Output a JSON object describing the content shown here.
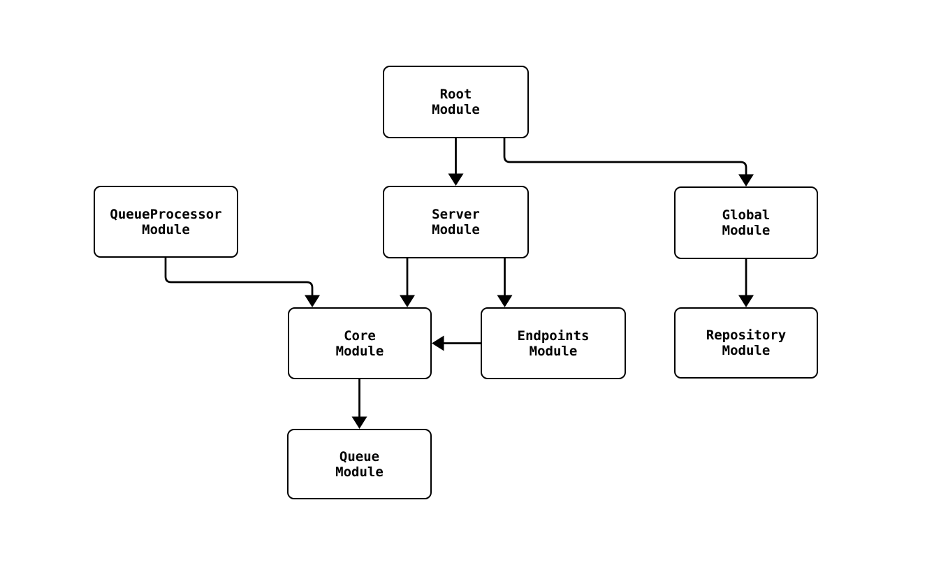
{
  "diagram": {
    "type": "module-dependency-graph",
    "background_color": "#ffffff",
    "node_fill_color": "#ffffff",
    "line_color": "#000000",
    "nodes": [
      {
        "id": "root",
        "line1": "Root",
        "line2": "Module"
      },
      {
        "id": "server",
        "line1": "Server",
        "line2": "Module"
      },
      {
        "id": "global",
        "line1": "Global",
        "line2": "Module"
      },
      {
        "id": "queueprocessor",
        "line1": "QueueProcessor",
        "line2": "Module"
      },
      {
        "id": "core",
        "line1": "Core",
        "line2": "Module"
      },
      {
        "id": "endpoints",
        "line1": "Endpoints",
        "line2": "Module"
      },
      {
        "id": "repository",
        "line1": "Repository",
        "line2": "Module"
      },
      {
        "id": "queue",
        "line1": "Queue",
        "line2": "Module"
      }
    ],
    "edges": [
      {
        "from": "root",
        "to": "server"
      },
      {
        "from": "root",
        "to": "global"
      },
      {
        "from": "server",
        "to": "core"
      },
      {
        "from": "server",
        "to": "endpoints"
      },
      {
        "from": "queueprocessor",
        "to": "core"
      },
      {
        "from": "endpoints",
        "to": "core"
      },
      {
        "from": "global",
        "to": "repository"
      },
      {
        "from": "core",
        "to": "queue"
      }
    ]
  }
}
